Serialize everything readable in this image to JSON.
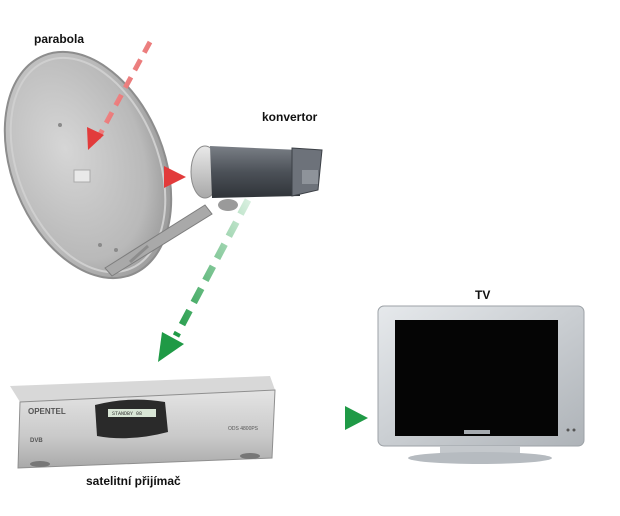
{
  "labels": {
    "dish": "parabola",
    "converter": "konvertor",
    "tv": "TV",
    "receiver": "satelitní přijímač"
  },
  "receiver_panel": {
    "brand": "OPENTEL",
    "display": "STANDBY 08",
    "model": "ODS 4800PS",
    "logo": "DVB"
  },
  "colors": {
    "signal_in": "#e23b3b",
    "signal_out": "#1f9a46",
    "dish": "#bfc0c0",
    "tv_frame": "#cfd3d6",
    "tv_screen": "#050505"
  },
  "icons": [
    "satellite-dish-icon",
    "lnb-converter-icon",
    "receiver-icon",
    "tv-icon"
  ]
}
